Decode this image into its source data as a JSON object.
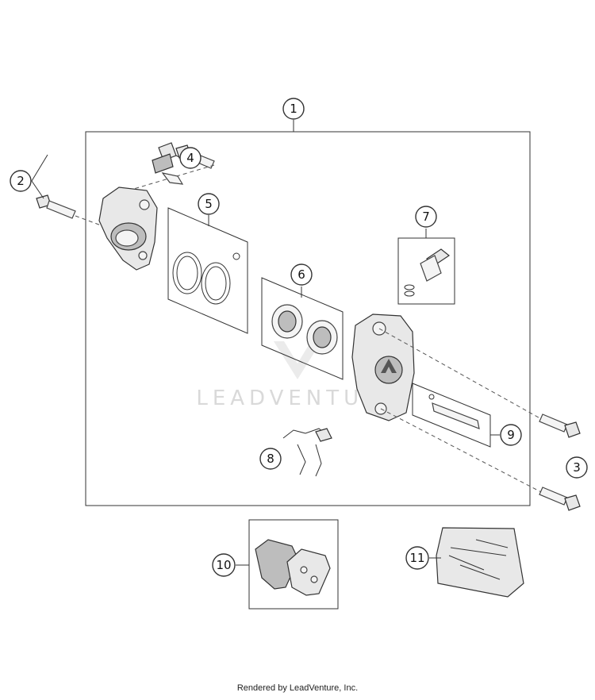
{
  "callouts": [
    "1",
    "2",
    "3",
    "4",
    "5",
    "6",
    "7",
    "8",
    "9",
    "10",
    "11"
  ],
  "watermark": "LEADVENTURE",
  "credit": "Rendered by LeadVenture, Inc.",
  "colors": {
    "line": "#333333",
    "fill": "#e8e8e8",
    "watermark": "#d9d9d9"
  }
}
